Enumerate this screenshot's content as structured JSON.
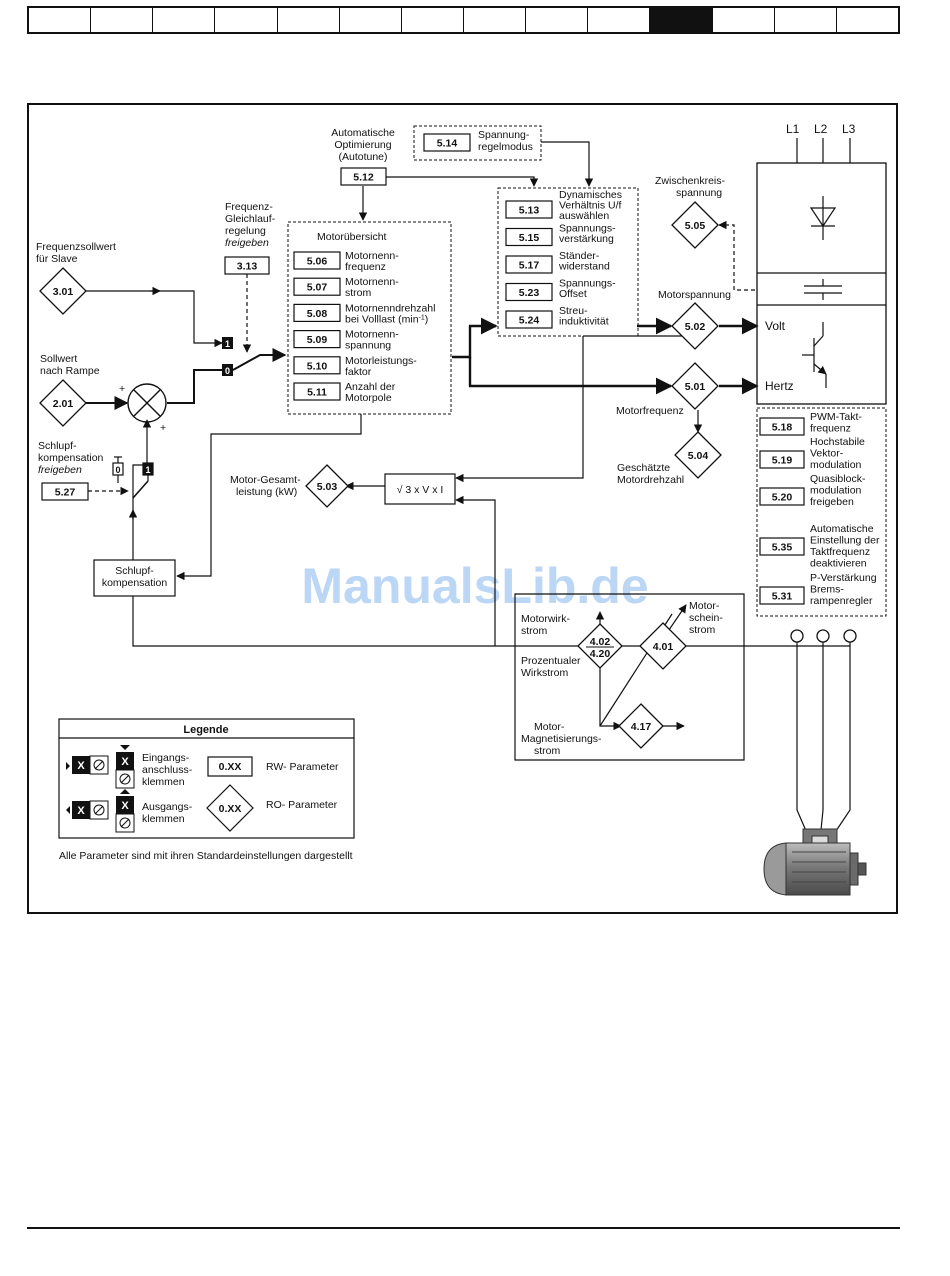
{
  "nav": {
    "cells": 14,
    "active_index": 10
  },
  "watermark": "ManualsLib.de",
  "supply": {
    "l1": "L1",
    "l2": "L2",
    "l3": "L3"
  },
  "inputs": {
    "slave_label": [
      "Frequenzsollwert",
      "für Slave"
    ],
    "slave_param": "3.01",
    "ramp_label": [
      "Sollwert",
      "nach Rampe"
    ],
    "ramp_param": "2.01",
    "plus": "+",
    "sync_label": [
      "Frequenz-",
      "Gleichlauf-",
      "regelung"
    ],
    "sync_enable": "freigeben",
    "sync_param": "3.13",
    "switch_1": "1",
    "switch_0": "0",
    "slip_label": [
      "Schlupf-",
      "kompensation"
    ],
    "slip_enable": "freigeben",
    "slip_param": "5.27",
    "slip_block": [
      "Schlupf-",
      "kompensation"
    ]
  },
  "autotune": {
    "label": [
      "Automatische",
      "Optimierung",
      "(Autotune)"
    ],
    "param": "5.12"
  },
  "voltage_mode": {
    "param": "5.14",
    "label": [
      "Spannung-",
      "regelmodus"
    ]
  },
  "motor_overview": {
    "title": "Motorübersicht",
    "items": [
      {
        "param": "5.06",
        "label": [
          "Motornenn-",
          "frequenz"
        ]
      },
      {
        "param": "5.07",
        "label": [
          "Motornenn-",
          "strom"
        ]
      },
      {
        "param": "5.08",
        "label": [
          "Motornenndrehzahl",
          "bei Volllast (min"
        ],
        "sup": "-1",
        "close": ")"
      },
      {
        "param": "5.09",
        "label": [
          "Motornenn-",
          "spannung"
        ]
      },
      {
        "param": "5.10",
        "label": [
          "Motorleistungs-",
          "faktor"
        ]
      },
      {
        "param": "5.11",
        "label": [
          "Anzahl der",
          "Motorpole"
        ]
      }
    ]
  },
  "control": {
    "items": [
      {
        "param": "5.13",
        "label": [
          "Dynamisches",
          "Verhältnis U/f",
          "auswählen"
        ]
      },
      {
        "param": "5.15",
        "label": [
          "Spannungs-",
          "verstärkung"
        ]
      },
      {
        "param": "5.17",
        "label": [
          "Ständer-",
          "widerstand"
        ]
      },
      {
        "param": "5.23",
        "label": [
          "Spannungs-",
          "Offset"
        ]
      },
      {
        "param": "5.24",
        "label": [
          "Streu-",
          "induktivität"
        ]
      }
    ]
  },
  "outputs": {
    "dc_label": [
      "Zwischenkreis-",
      "spannung"
    ],
    "dc_param": "5.05",
    "voltage_label": "Motorspannung",
    "voltage_param": "5.02",
    "freq_param": "5.01",
    "freq_label": "Motorfrequenz",
    "speed_param": "5.04",
    "speed_label": [
      "Geschätzte",
      "Motordrehzahl"
    ],
    "volt_text": "Volt",
    "hertz_text": "Hertz",
    "power_label": [
      "Motor-Gesamt-",
      "leistung (kW)"
    ],
    "power_param": "5.03",
    "formula": "√ 3 x V x I"
  },
  "pwm": {
    "items": [
      {
        "param": "5.18",
        "label": [
          "PWM-Takt-",
          "frequenz"
        ]
      },
      {
        "param": "5.19",
        "label": [
          "Hochstabile",
          "Vektor-",
          "modulation"
        ]
      },
      {
        "param": "5.20",
        "label": [
          "Quasiblock-",
          "modulation",
          "freigeben"
        ]
      },
      {
        "param": "5.35",
        "label": [
          "Automatische",
          "Einstellung der",
          "Taktfrequenz",
          "deaktivieren"
        ]
      },
      {
        "param": "5.31",
        "label": [
          "P-Verstärkung",
          "Brems-",
          "rampenregler"
        ]
      }
    ]
  },
  "current": {
    "active_label": [
      "Motorwirk-",
      "strom"
    ],
    "active_params": [
      "4.02",
      "4.20"
    ],
    "percent_label": [
      "Prozentualer",
      "Wirkstrom"
    ],
    "apparent_param": "4.01",
    "apparent_label": [
      "Motor-",
      "schein-",
      "strom"
    ],
    "mag_label": [
      "Motor-",
      "Magnetisierungs-",
      "strom"
    ],
    "mag_param": "4.17"
  },
  "legend": {
    "title": "Legende",
    "x": "X",
    "input_label": [
      "Eingangs-",
      "anschluss-",
      "klemmen"
    ],
    "output_label": [
      "Ausgangs-",
      "klemmen"
    ],
    "rw_box": "0.XX",
    "rw_label": "RW- Parameter",
    "ro_box": "0.XX",
    "ro_label": "RO- Parameter"
  },
  "note": "Alle Parameter sind mit ihren Standardeinstellungen dargestellt"
}
